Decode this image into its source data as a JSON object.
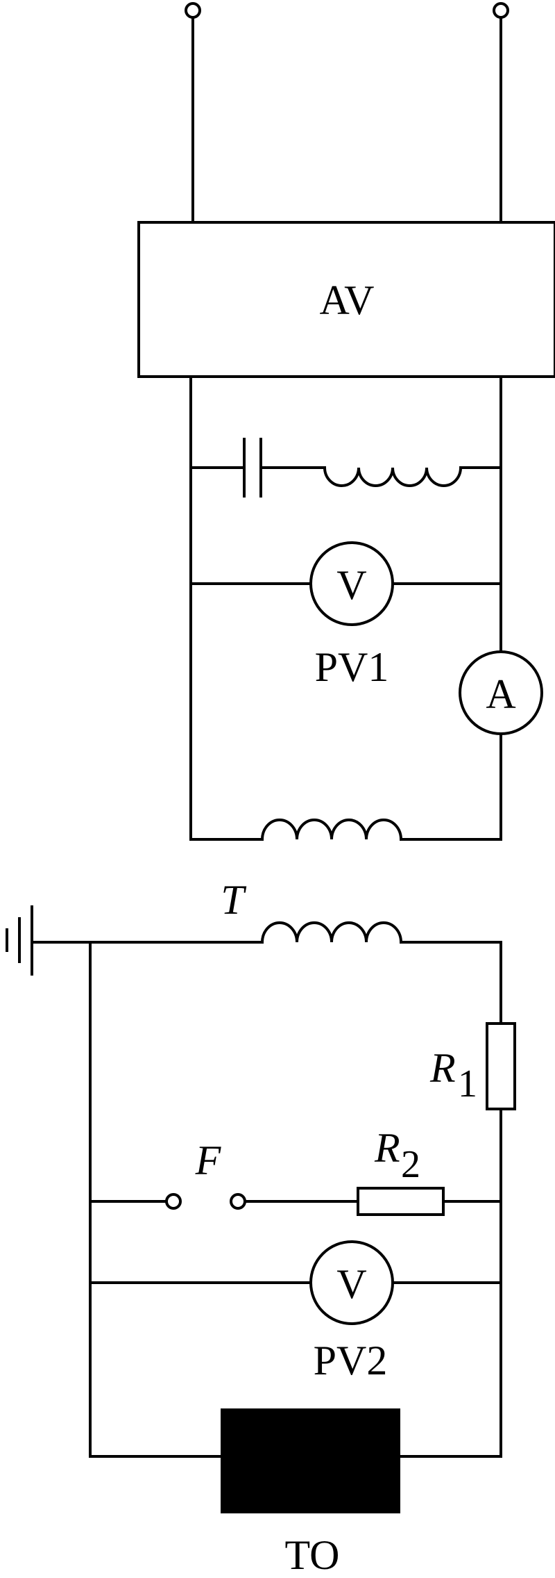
{
  "labels": {
    "av": "AV",
    "pv1_symbol": "V",
    "pv1_name": "PV1",
    "ammeter_symbol": "A",
    "transformer": "T",
    "r1_main": "R",
    "r1_sub": "1",
    "r2_main": "R",
    "r2_sub": "2",
    "gap": "F",
    "pv2_symbol": "V",
    "pv2_name": "PV2",
    "test_object": "TO"
  },
  "colors": {
    "line": "#000000",
    "fill_black": "#000000",
    "background": "#ffffff"
  },
  "icons": [
    "terminal-icon",
    "capacitor-icon",
    "inductor-icon",
    "voltmeter-icon",
    "ammeter-icon",
    "transformer-icon",
    "resistor-icon",
    "spark-gap-icon",
    "ground-icon"
  ]
}
